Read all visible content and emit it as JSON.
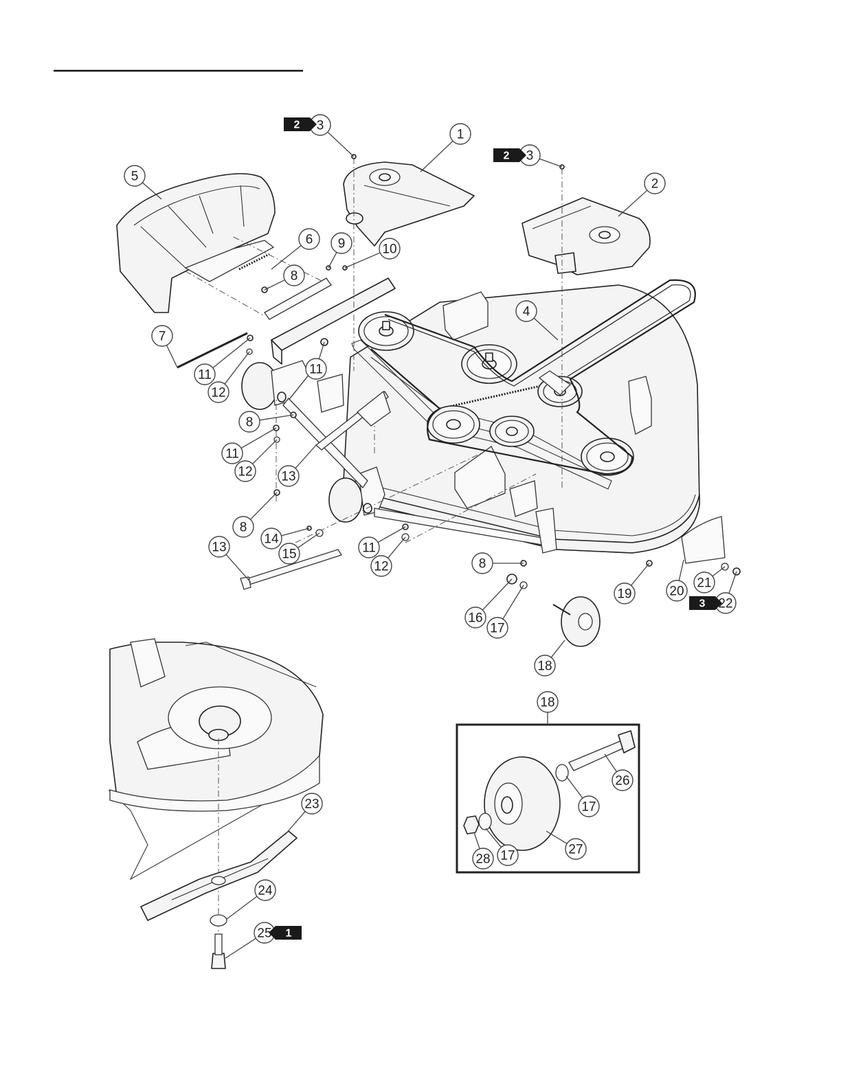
{
  "header": {
    "title": ""
  },
  "callouts": [
    {
      "id": "c3a",
      "label": "3"
    },
    {
      "id": "c1",
      "label": "1"
    },
    {
      "id": "c3b",
      "label": "3"
    },
    {
      "id": "c2",
      "label": "2"
    },
    {
      "id": "c5",
      "label": "5"
    },
    {
      "id": "c6",
      "label": "6"
    },
    {
      "id": "c9",
      "label": "9"
    },
    {
      "id": "c10",
      "label": "10"
    },
    {
      "id": "c8a",
      "label": "8"
    },
    {
      "id": "c4",
      "label": "4"
    },
    {
      "id": "c7",
      "label": "7"
    },
    {
      "id": "c11a",
      "label": "11"
    },
    {
      "id": "c11b",
      "label": "11"
    },
    {
      "id": "c12a",
      "label": "12"
    },
    {
      "id": "c8b",
      "label": "8"
    },
    {
      "id": "c11c",
      "label": "11"
    },
    {
      "id": "c12b",
      "label": "12"
    },
    {
      "id": "c13a",
      "label": "13"
    },
    {
      "id": "c8c",
      "label": "8"
    },
    {
      "id": "c14",
      "label": "14"
    },
    {
      "id": "c15",
      "label": "15"
    },
    {
      "id": "c11d",
      "label": "11"
    },
    {
      "id": "c12c",
      "label": "12"
    },
    {
      "id": "c13b",
      "label": "13"
    },
    {
      "id": "c8d",
      "label": "8"
    },
    {
      "id": "c16",
      "label": "16"
    },
    {
      "id": "c17a",
      "label": "17"
    },
    {
      "id": "c18a",
      "label": "18"
    },
    {
      "id": "c19",
      "label": "19"
    },
    {
      "id": "c20",
      "label": "20"
    },
    {
      "id": "c21",
      "label": "21"
    },
    {
      "id": "c22",
      "label": "22"
    },
    {
      "id": "c23",
      "label": "23"
    },
    {
      "id": "c24",
      "label": "24"
    },
    {
      "id": "c25",
      "label": "25"
    },
    {
      "id": "c18b",
      "label": "18"
    },
    {
      "id": "c26",
      "label": "26"
    },
    {
      "id": "c17b",
      "label": "17"
    },
    {
      "id": "c27",
      "label": "27"
    },
    {
      "id": "c28",
      "label": "28"
    },
    {
      "id": "c17c",
      "label": "17"
    }
  ],
  "tags": [
    {
      "id": "t2a",
      "label": "2"
    },
    {
      "id": "t2b",
      "label": "2"
    },
    {
      "id": "t3",
      "label": "3"
    },
    {
      "id": "t1",
      "label": "1"
    }
  ]
}
